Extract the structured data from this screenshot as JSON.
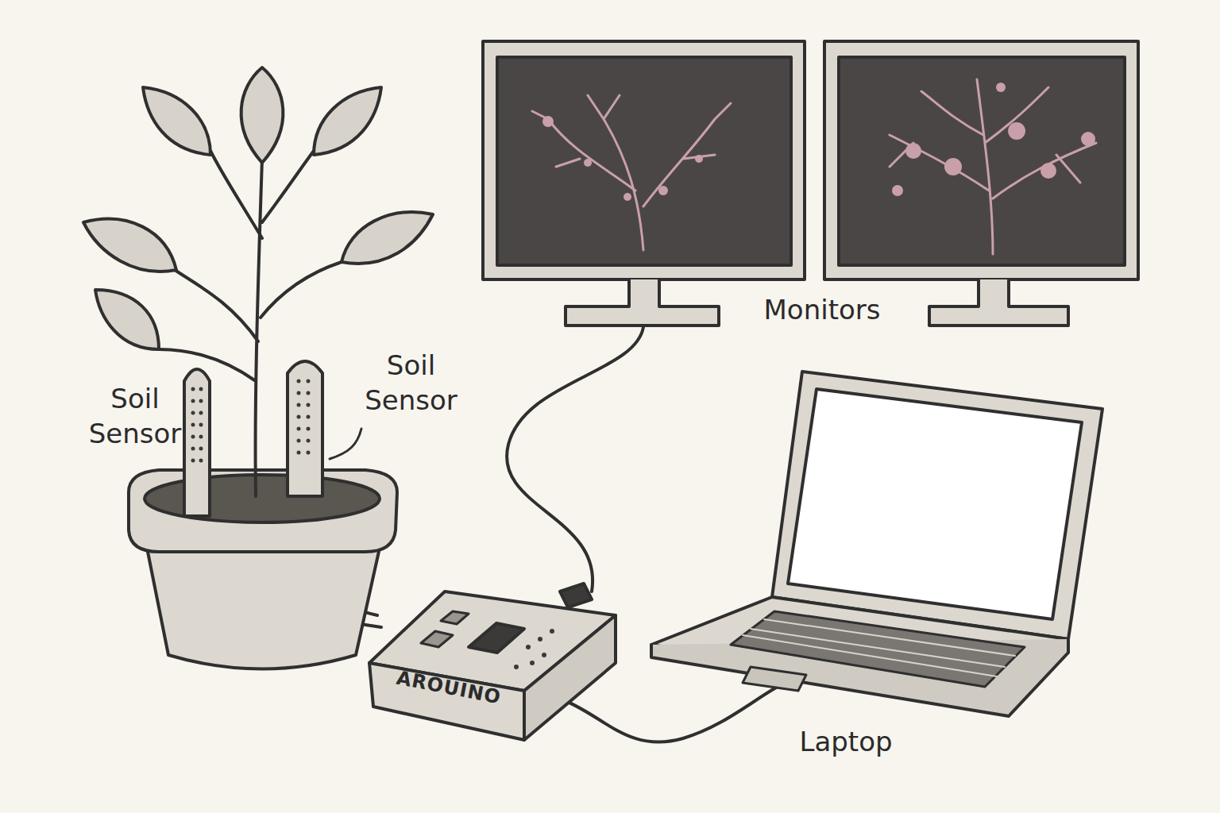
{
  "diagram": {
    "nodes": [
      {
        "text": [
          "AROUINO"
        ]
      }
    ],
    "labels": [
      "Soil Sensor",
      "Soil Sensor",
      "Monitors",
      "Laptop"
    ]
  }
}
